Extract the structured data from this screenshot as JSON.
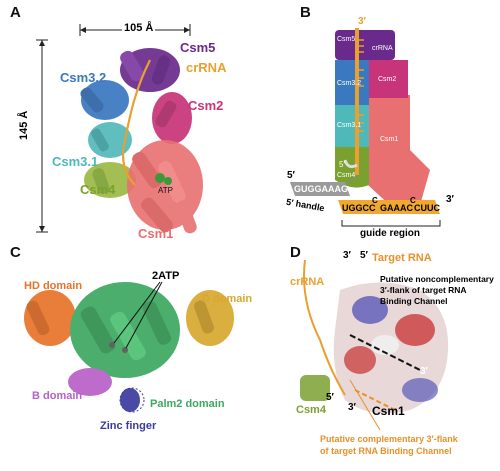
{
  "panels": {
    "a": {
      "letter": "A",
      "width_label": "105 Å",
      "height_label": "145 Å",
      "labels": {
        "csm5": "Csm5",
        "crrna": "crRNA",
        "csm32": "Csm3.2",
        "csm2": "Csm2",
        "csm31": "Csm3.1",
        "csm4": "Csm4",
        "atp": "ATP",
        "csm1": "Csm1"
      }
    },
    "b": {
      "letter": "B",
      "three_prime": "3′",
      "five_prime": "5′",
      "five_prime_inner": "5′",
      "csm5": "Csm5",
      "crrna": "crRNA",
      "csm32": "Csm3.2",
      "csm2": "Csm2",
      "csm31": "Csm3.1",
      "csm1": "Csm1",
      "csm4": "Csm4",
      "handle_seq": "GUGGAAAG",
      "handle_label": "5′ handle",
      "guide_seq_1": "UGGCC",
      "guide_c1": "C",
      "guide_seq_2": "GAAAC",
      "guide_c2": "C",
      "guide_seq_3": "CUUC",
      "guide_3p": "3′",
      "guide_label": "guide region"
    },
    "c": {
      "letter": "C",
      "hd": "HD domain",
      "atp2": "2ATP",
      "d": "D domain",
      "b": "B domain",
      "palm2": "Palm2 domain",
      "zinc": "Zinc finger"
    },
    "d": {
      "letter": "D",
      "target_rna": "Target RNA",
      "crrna": "crRNA",
      "p3a": "3′",
      "p5a": "5′",
      "noncomp": "Putative noncomplementary",
      "noncomp2": "3′-flank of target RNA",
      "noncomp3": "Binding Channel",
      "p3b": "3′",
      "csm4": "Csm4",
      "p5b": "5′",
      "p3c": "3′",
      "csm1": "Csm1",
      "comp1": "Putative complementary 3′-flank",
      "comp2": "of target RNA Binding Channel"
    }
  },
  "colors": {
    "csm5": "#6a2a8c",
    "crrna": "#e8a030",
    "csm32": "#3a78c0",
    "csm2": "#c8347a",
    "csm31": "#4fb8b8",
    "csm4": "#7aa030",
    "csm1": "#e87070",
    "hd": "#e8722a",
    "d_domain": "#d8a830",
    "b_domain": "#b860c8",
    "palm2": "#3ca860",
    "zinc": "#3a3aa0",
    "orange_text": "#e8902a"
  }
}
